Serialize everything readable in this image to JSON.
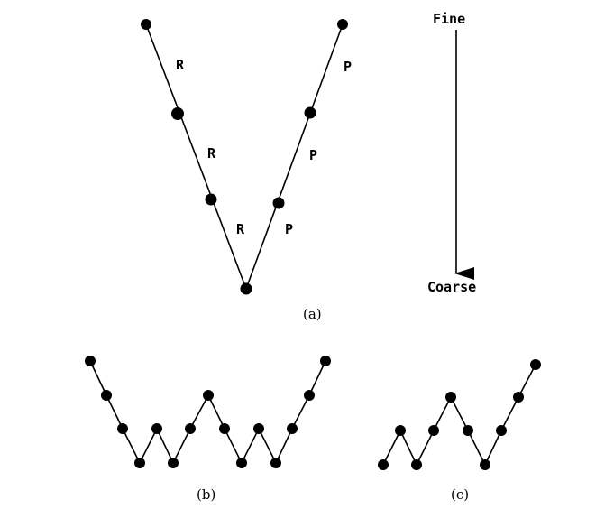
{
  "labels": {
    "restrict": "R",
    "prolong": "P",
    "fine": "Fine",
    "coarse": "Coarse",
    "caption_a": "(a)",
    "caption_b": "(b)",
    "caption_c": "(c)"
  },
  "colors": {
    "ink": "#000000",
    "background": "#ffffff"
  }
}
